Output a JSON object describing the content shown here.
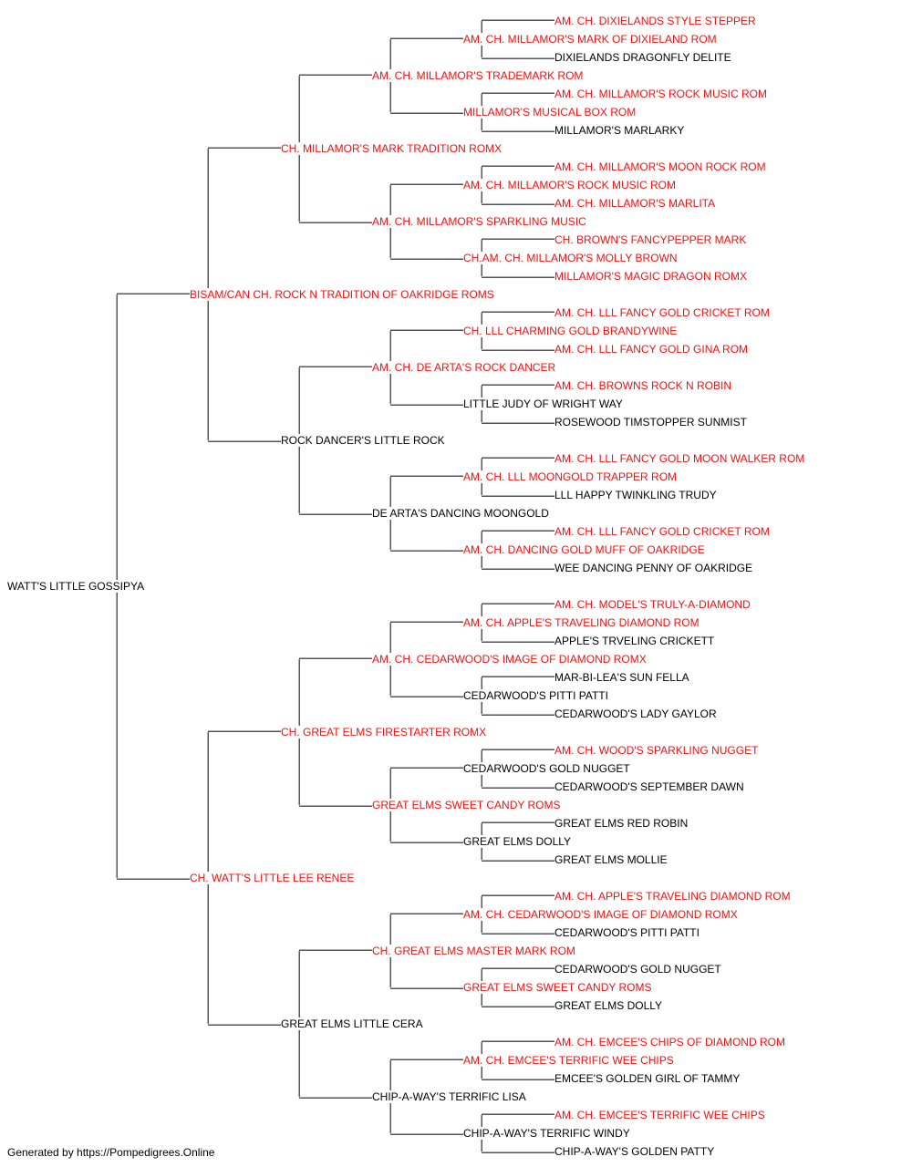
{
  "colors": {
    "champion": "#ee1111",
    "regular": "#000000",
    "connector": "#555555"
  },
  "pedigree": {
    "name": "WATT'S LITTLE GOSSIPYA",
    "champion": false,
    "sire": {
      "name": "BISAM/CAN CH. ROCK N TRADITION OF OAKRIDGE ROMS",
      "champion": true,
      "sire": {
        "name": "CH. MILLAMOR'S MARK TRADITION ROMX",
        "champion": true,
        "sire": {
          "name": "AM. CH. MILLAMOR'S TRADEMARK ROM",
          "champion": true,
          "sire": {
            "name": "AM. CH. MILLAMOR'S MARK OF DIXIELAND ROM",
            "champion": true,
            "sire": {
              "name": "AM. CH. DIXIELANDS STYLE STEPPER",
              "champion": true
            },
            "dam": {
              "name": "DIXIELANDS DRAGONFLY DELITE",
              "champion": false
            }
          },
          "dam": {
            "name": "MILLAMOR'S MUSICAL BOX ROM",
            "champion": true,
            "sire": {
              "name": "AM. CH. MILLAMOR'S ROCK MUSIC ROM",
              "champion": true
            },
            "dam": {
              "name": "MILLAMOR'S MARLARKY",
              "champion": false
            }
          }
        },
        "dam": {
          "name": "AM. CH. MILLAMOR'S SPARKLING MUSIC",
          "champion": true,
          "sire": {
            "name": "AM. CH. MILLAMOR'S ROCK MUSIC ROM",
            "champion": true,
            "sire": {
              "name": "AM. CH. MILLAMOR'S MOON ROCK ROM",
              "champion": true
            },
            "dam": {
              "name": "AM. CH. MILLAMOR'S MARLITA",
              "champion": true
            }
          },
          "dam": {
            "name": "CH.AM. CH. MILLAMOR'S MOLLY BROWN",
            "champion": true,
            "sire": {
              "name": "CH. BROWN'S FANCYPEPPER MARK",
              "champion": true
            },
            "dam": {
              "name": "MILLAMOR'S MAGIC DRAGON ROMX",
              "champion": true
            }
          }
        }
      },
      "dam": {
        "name": "ROCK DANCER'S LITTLE ROCK",
        "champion": false,
        "sire": {
          "name": "AM. CH. DE ARTA'S ROCK DANCER",
          "champion": true,
          "sire": {
            "name": "CH. LLL CHARMING GOLD BRANDYWINE",
            "champion": true,
            "sire": {
              "name": "AM. CH. LLL FANCY GOLD CRICKET ROM",
              "champion": true
            },
            "dam": {
              "name": "AM. CH. LLL FANCY GOLD GINA ROM",
              "champion": true
            }
          },
          "dam": {
            "name": "LITTLE JUDY OF WRIGHT WAY",
            "champion": false,
            "sire": {
              "name": "AM. CH. BROWNS ROCK N ROBIN",
              "champion": true
            },
            "dam": {
              "name": "ROSEWOOD TIMSTOPPER SUNMIST",
              "champion": false
            }
          }
        },
        "dam": {
          "name": "DE ARTA'S DANCING MOONGOLD",
          "champion": false,
          "sire": {
            "name": "AM. CH. LLL MOONGOLD TRAPPER ROM",
            "champion": true,
            "sire": {
              "name": "AM. CH. LLL FANCY GOLD MOON WALKER ROM",
              "champion": true
            },
            "dam": {
              "name": "LLL HAPPY TWINKLING TRUDY",
              "champion": false
            }
          },
          "dam": {
            "name": "AM. CH. DANCING GOLD MUFF OF OAKRIDGE",
            "champion": true,
            "sire": {
              "name": "AM. CH. LLL FANCY GOLD CRICKET ROM",
              "champion": true
            },
            "dam": {
              "name": "WEE DANCING PENNY OF OAKRIDGE",
              "champion": false
            }
          }
        }
      }
    },
    "dam": {
      "name": "CH. WATT'S LITTLE LEE RENEE",
      "champion": true,
      "sire": {
        "name": "CH. GREAT ELMS FIRESTARTER ROMX",
        "champion": true,
        "sire": {
          "name": "AM. CH. CEDARWOOD'S IMAGE OF DIAMOND ROMX",
          "champion": true,
          "sire": {
            "name": "AM. CH. APPLE'S TRAVELING DIAMOND ROM",
            "champion": true,
            "sire": {
              "name": "AM. CH. MODEL'S TRULY-A-DIAMOND",
              "champion": true
            },
            "dam": {
              "name": "APPLE'S TRVELING CRICKETT",
              "champion": false
            }
          },
          "dam": {
            "name": "CEDARWOOD'S PITTI PATTI",
            "champion": false,
            "sire": {
              "name": "MAR-BI-LEA'S SUN FELLA",
              "champion": false
            },
            "dam": {
              "name": "CEDARWOOD'S LADY GAYLOR",
              "champion": false
            }
          }
        },
        "dam": {
          "name": "GREAT ELMS SWEET CANDY ROMS",
          "champion": true,
          "sire": {
            "name": "CEDARWOOD'S GOLD NUGGET",
            "champion": false,
            "sire": {
              "name": "AM. CH. WOOD'S SPARKLING NUGGET",
              "champion": true
            },
            "dam": {
              "name": "CEDARWOOD'S SEPTEMBER DAWN",
              "champion": false
            }
          },
          "dam": {
            "name": "GREAT ELMS DOLLY",
            "champion": false,
            "sire": {
              "name": "GREAT ELMS RED ROBIN",
              "champion": false
            },
            "dam": {
              "name": "GREAT ELMS MOLLIE",
              "champion": false
            }
          }
        }
      },
      "dam": {
        "name": "GREAT ELMS LITTLE CERA",
        "champion": false,
        "sire": {
          "name": "CH. GREAT ELMS MASTER MARK ROM",
          "champion": true,
          "sire": {
            "name": "AM. CH. CEDARWOOD'S IMAGE OF DIAMOND ROMX",
            "champion": true,
            "sire": {
              "name": "AM. CH. APPLE'S TRAVELING DIAMOND ROM",
              "champion": true
            },
            "dam": {
              "name": "CEDARWOOD'S PITTI PATTI",
              "champion": false
            }
          },
          "dam": {
            "name": "GREAT ELMS SWEET CANDY ROMS",
            "champion": true,
            "sire": {
              "name": "CEDARWOOD'S GOLD NUGGET",
              "champion": false
            },
            "dam": {
              "name": "GREAT ELMS DOLLY",
              "champion": false
            }
          }
        },
        "dam": {
          "name": "CHIP-A-WAY'S TERRIFIC LISA",
          "champion": false,
          "sire": {
            "name": "AM. CH. EMCEE'S TERRIFIC WEE CHIPS",
            "champion": true,
            "sire": {
              "name": "AM. CH. EMCEE'S CHIPS OF DIAMOND ROM",
              "champion": true
            },
            "dam": {
              "name": "EMCEE'S GOLDEN GIRL OF TAMMY",
              "champion": false
            }
          },
          "dam": {
            "name": "CHIP-A-WAY'S TERRIFIC WINDY",
            "champion": false,
            "sire": {
              "name": "AM. CH. EMCEE'S TERRIFIC WEE CHIPS",
              "champion": true
            },
            "dam": {
              "name": "CHIP-A-WAY'S GOLDEN PATTY",
              "champion": false
            }
          }
        }
      }
    }
  },
  "footer": {
    "text": "Generated by https://Pompedigrees.Online"
  }
}
